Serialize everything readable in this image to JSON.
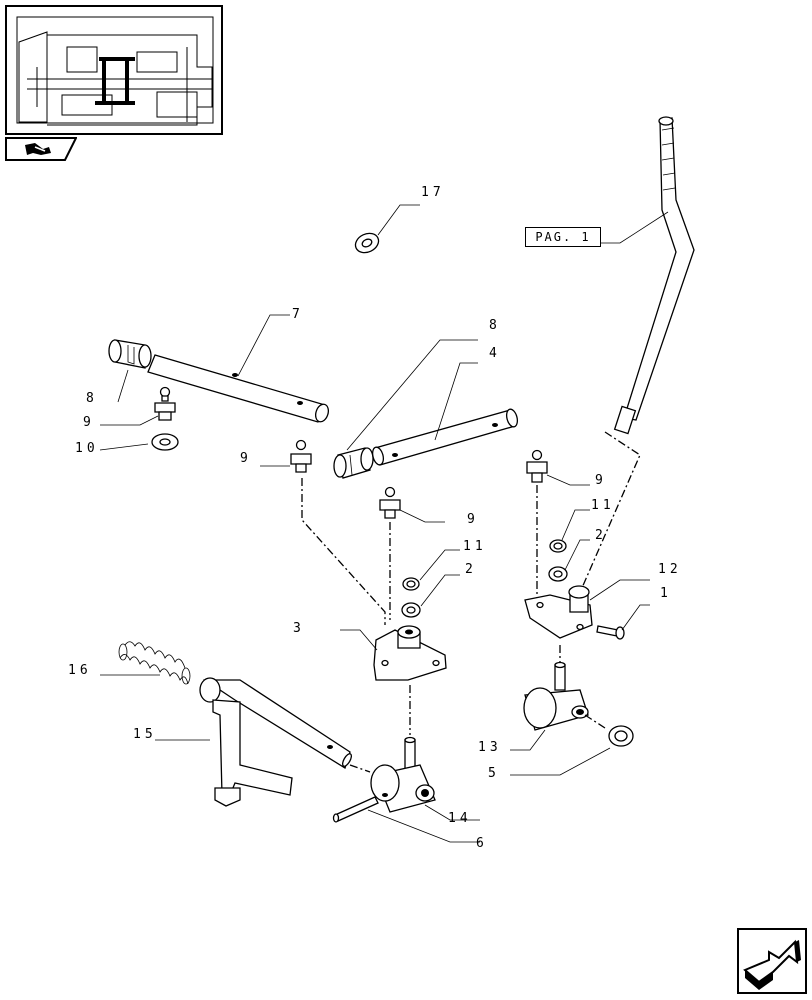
{
  "reference_tag": "PAG. 1",
  "callouts": {
    "c17": "17",
    "c7": "7",
    "c8a": "8",
    "c9a": "9",
    "c10": "10",
    "c8b": "8",
    "c4": "4",
    "c9b": "9",
    "c9c": "9",
    "c11a": "11",
    "c2a": "2",
    "c3": "3",
    "c9d": "9",
    "c11b": "11",
    "c2b": "2",
    "c12": "12",
    "c1": "1",
    "c16": "16",
    "c15": "15",
    "c13": "13",
    "c5": "5",
    "c14": "14",
    "c6": "6"
  }
}
